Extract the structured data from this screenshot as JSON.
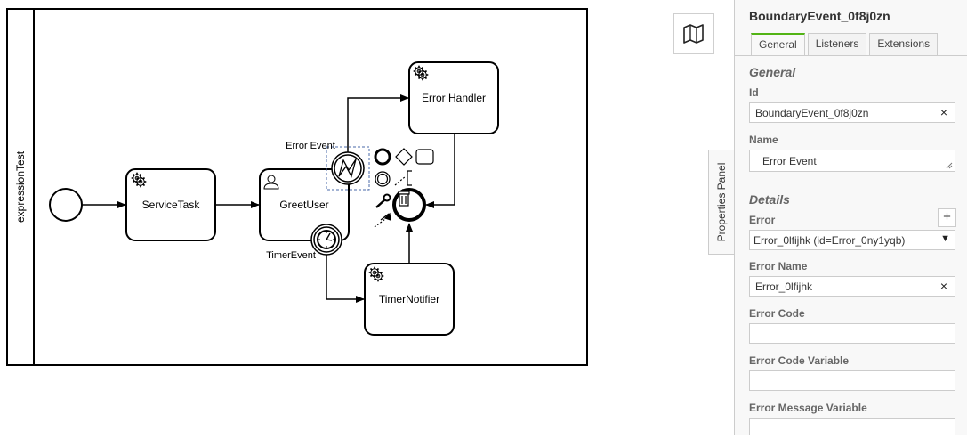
{
  "diagram": {
    "lane_label": "expressionTest",
    "tasks": {
      "service": "ServiceTask",
      "greet": "GreetUser",
      "error_handler": "Error Handler",
      "timer_notifier": "TimerNotifier"
    },
    "events": {
      "error": "Error Event",
      "timer": "TimerEvent"
    }
  },
  "toolbar": {
    "map_icon": "map-icon"
  },
  "panel_toggle": {
    "label": "Properties Panel"
  },
  "properties": {
    "header": "BoundaryEvent_0f8j0zn",
    "tabs": [
      "General",
      "Listeners",
      "Extensions"
    ],
    "general": {
      "title": "General",
      "id_label": "Id",
      "id_value": "BoundaryEvent_0f8j0zn",
      "name_label": "Name",
      "name_value": "Error Event"
    },
    "details": {
      "title": "Details",
      "error_label": "Error",
      "error_value": "Error_0lfijhk (id=Error_0ny1yqb)",
      "error_name_label": "Error Name",
      "error_name_value": "Error_0lfijhk",
      "error_code_label": "Error Code",
      "error_code_value": "",
      "error_code_var_label": "Error Code Variable",
      "error_code_var_value": "",
      "error_msg_var_label": "Error Message Variable",
      "error_msg_var_value": ""
    },
    "clear_symbol": "×",
    "add_symbol": "+",
    "dropdown_symbol": "▼"
  },
  "colors": {
    "accent": "#52b415",
    "stroke": "#000000",
    "panel_bg": "#f8f8f8",
    "border": "#cccccc"
  }
}
